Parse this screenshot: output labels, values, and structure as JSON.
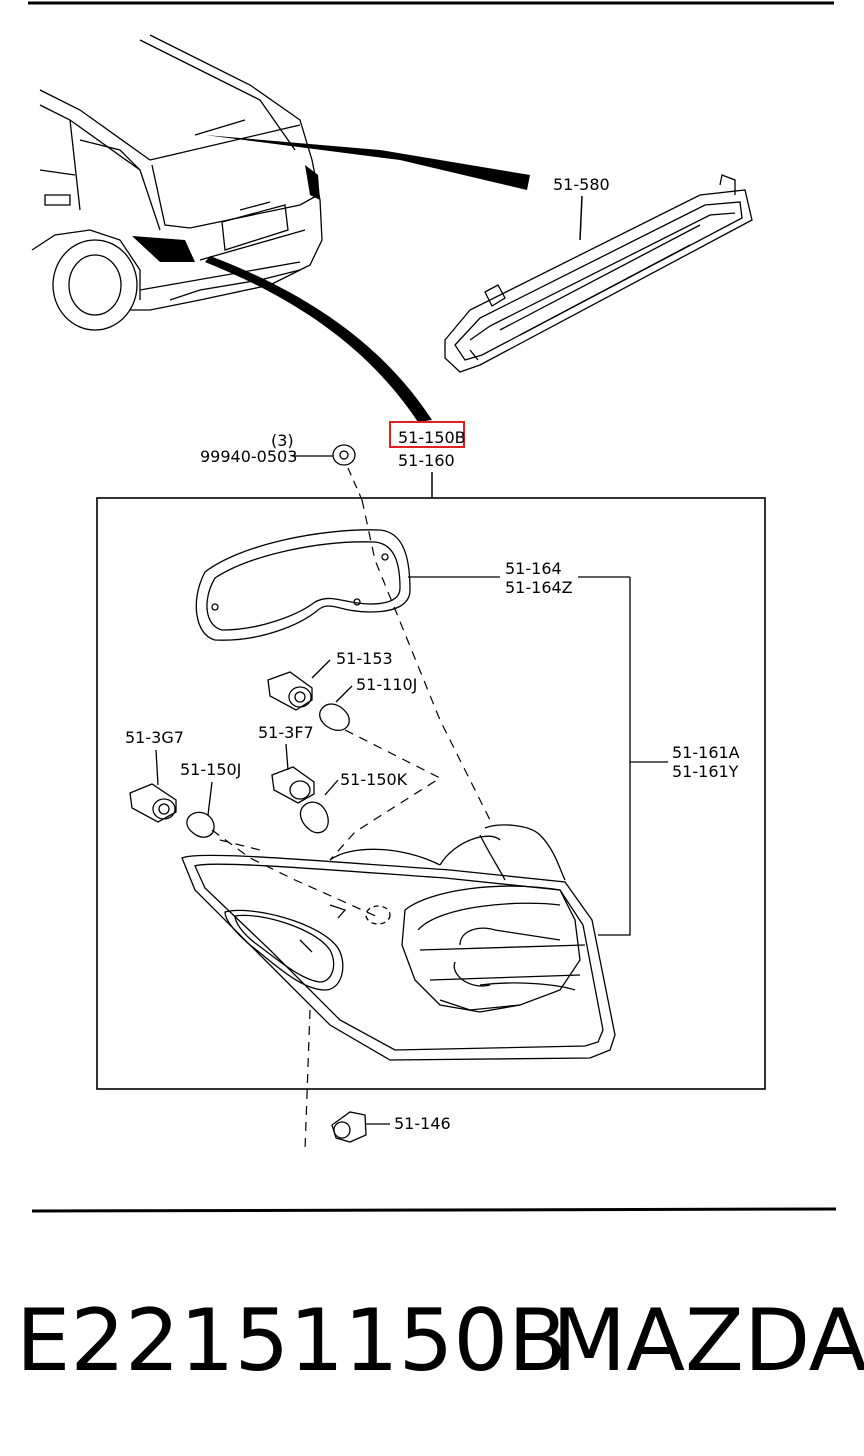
{
  "parts": {
    "p51580": "51-580",
    "p51150B": "51-150B",
    "p51160": "51-160",
    "qty": "(3)",
    "p99940": "99940-0503",
    "p51164": "51-164",
    "p51164Z": "51-164Z",
    "p51153": "51-153",
    "p51110J": "51-110J",
    "p513G7": "51-3G7",
    "p513F7": "51-3F7",
    "p51150J": "51-150J",
    "p51150K": "51-150K",
    "p51161A": "51-161A",
    "p51161Y": "51-161Y",
    "p51146": "51-146"
  },
  "footer": {
    "part_number": "E22151150B",
    "brand": "MAZDA"
  },
  "colors": {
    "highlight": "#e02020",
    "line": "#000000"
  }
}
